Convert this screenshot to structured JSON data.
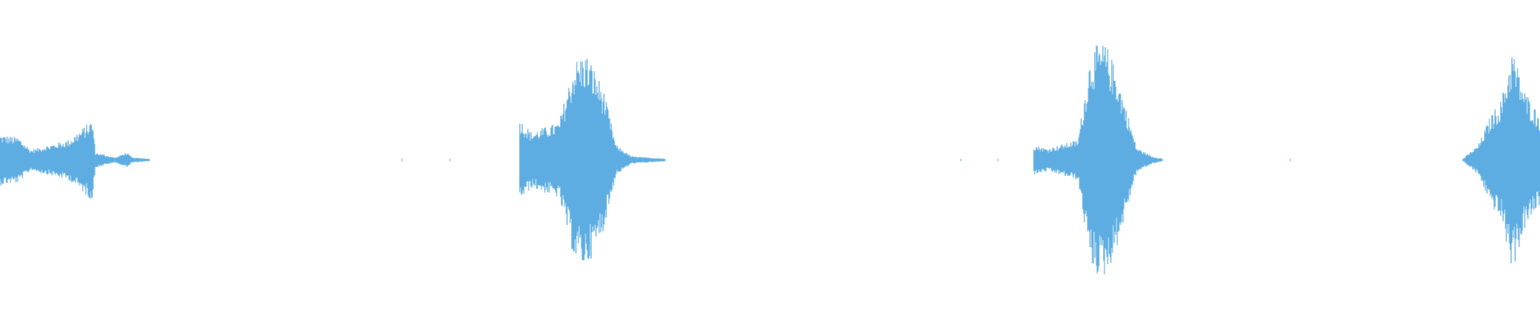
{
  "waveform": {
    "color": "#5dade2",
    "background": "#ffffff",
    "bursts": [
      {
        "segments": [
          [
            0.0,
            0.2
          ],
          [
            0.012,
            0.18
          ],
          [
            0.02,
            0.08
          ],
          [
            0.045,
            0.16
          ],
          [
            0.06,
            0.32
          ],
          [
            0.062,
            0.06
          ],
          [
            0.075,
            0.02
          ],
          [
            0.082,
            0.06
          ],
          [
            0.086,
            0.02
          ],
          [
            0.097,
            0.01
          ]
        ]
      },
      {
        "segments": [
          [
            0.337,
            0.33
          ],
          [
            0.345,
            0.22
          ],
          [
            0.363,
            0.3
          ],
          [
            0.373,
            0.78
          ],
          [
            0.38,
            0.85
          ],
          [
            0.385,
            0.75
          ],
          [
            0.392,
            0.55
          ],
          [
            0.4,
            0.12
          ],
          [
            0.41,
            0.03
          ],
          [
            0.432,
            0.01
          ]
        ]
      },
      {
        "segments": [
          [
            0.671,
            0.12
          ],
          [
            0.68,
            0.09
          ],
          [
            0.7,
            0.16
          ],
          [
            0.708,
            0.82
          ],
          [
            0.712,
            0.9
          ],
          [
            0.718,
            0.92
          ],
          [
            0.725,
            0.7
          ],
          [
            0.738,
            0.1
          ],
          [
            0.748,
            0.03
          ],
          [
            0.755,
            0.01
          ]
        ]
      },
      {
        "segments": [
          [
            0.95,
            0.01
          ],
          [
            0.96,
            0.12
          ],
          [
            0.968,
            0.35
          ],
          [
            0.975,
            0.48
          ],
          [
            0.982,
            0.88
          ],
          [
            0.99,
            0.55
          ],
          [
            1.0,
            0.35
          ]
        ]
      }
    ],
    "dots": [
      {
        "x": 0.261,
        "amp": 0.01
      },
      {
        "x": 0.292,
        "amp": 0.01
      },
      {
        "x": 0.624,
        "amp": 0.01
      },
      {
        "x": 0.648,
        "amp": 0.01
      },
      {
        "x": 0.838,
        "amp": 0.01
      }
    ]
  }
}
